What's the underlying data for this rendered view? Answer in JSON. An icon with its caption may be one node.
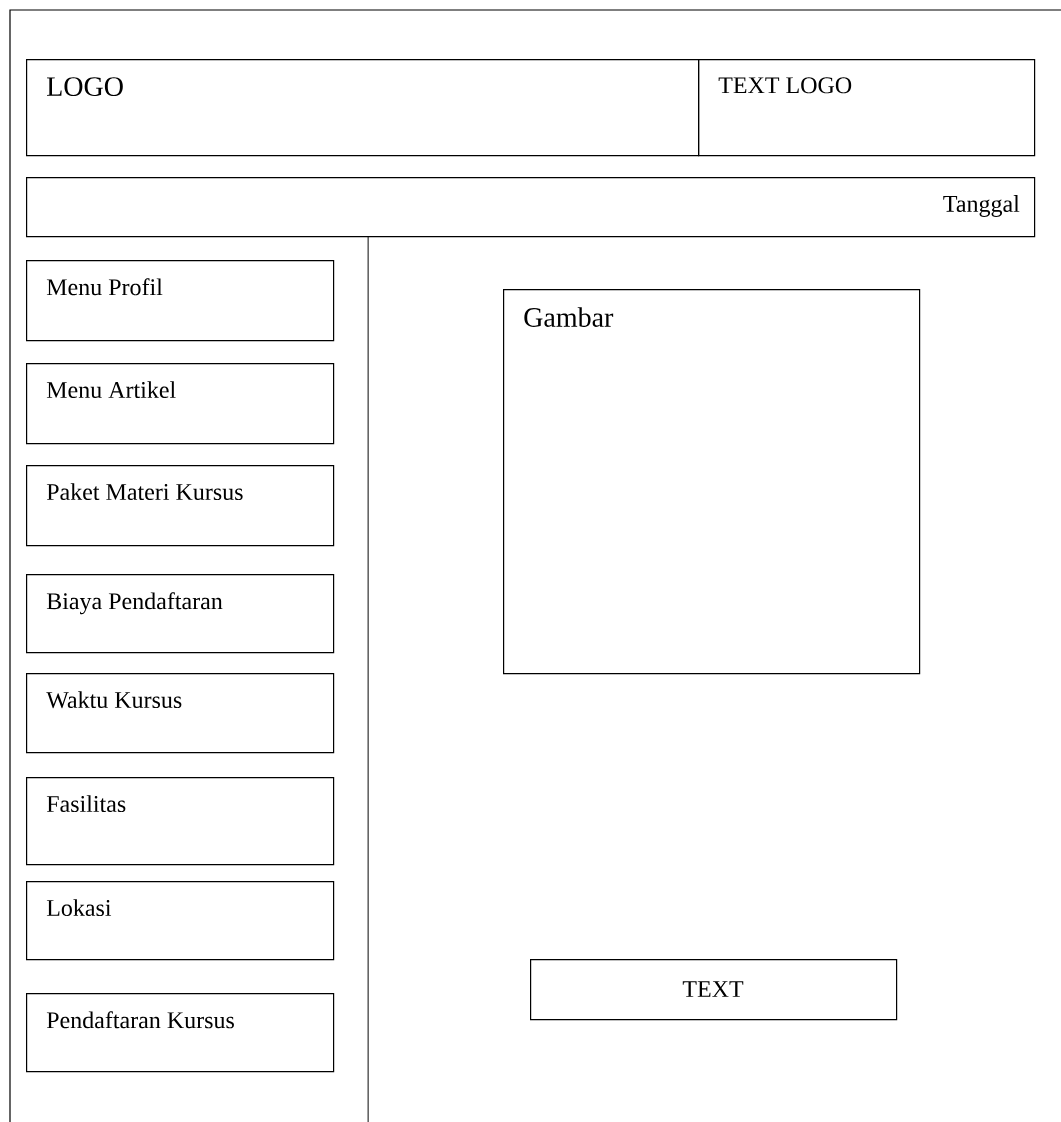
{
  "diagram": {
    "nodes": [
      {
        "text": [
          "LOGO"
        ]
      },
      {
        "text": [
          "TEXT LOGO"
        ]
      },
      {
        "text": [
          "Tanggal"
        ]
      },
      {
        "text": [
          "Menu Profil"
        ]
      },
      {
        "text": [
          "Menu Artikel"
        ]
      },
      {
        "text": [
          "Paket Materi Kursus"
        ]
      },
      {
        "text": [
          "Biaya Pendaftaran"
        ]
      },
      {
        "text": [
          "Waktu Kursus"
        ]
      },
      {
        "text": [
          "Fasilitas"
        ]
      },
      {
        "text": [
          "Lokasi"
        ]
      },
      {
        "text": [
          "Pendaftaran Kursus"
        ]
      },
      {
        "text": [
          "Gambar"
        ]
      },
      {
        "text": [
          "TEXT"
        ]
      }
    ]
  }
}
